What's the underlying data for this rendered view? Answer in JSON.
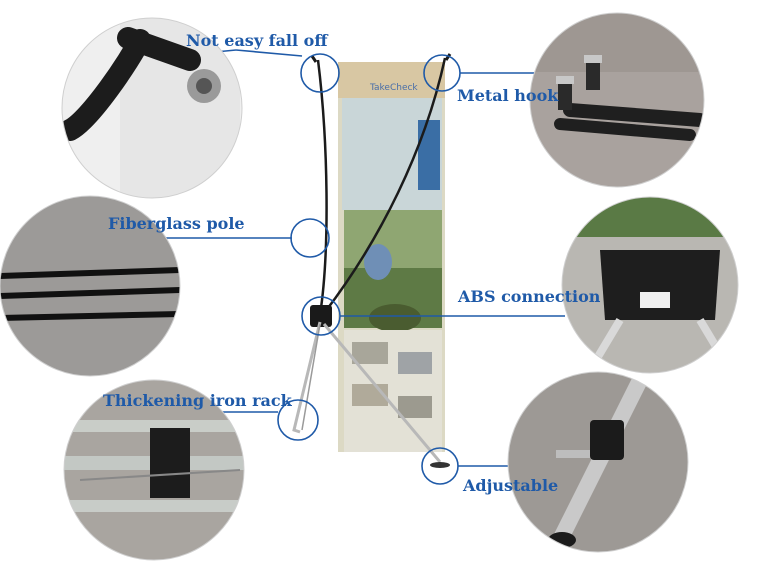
{
  "callouts": {
    "top_left": "Not easy fall off",
    "top_right": "Metal hook",
    "middle_left": "Fiberglass pole",
    "middle_right": "ABS connection",
    "bottom_left": "Thickening iron rack",
    "bottom_right": "Adjustable"
  },
  "banner": {
    "brand_text": "TakeCheck"
  },
  "colors": {
    "callout_line": "#1f5aa8",
    "callout_text": "#1f5aa8",
    "frame": "#2a2a2a"
  }
}
